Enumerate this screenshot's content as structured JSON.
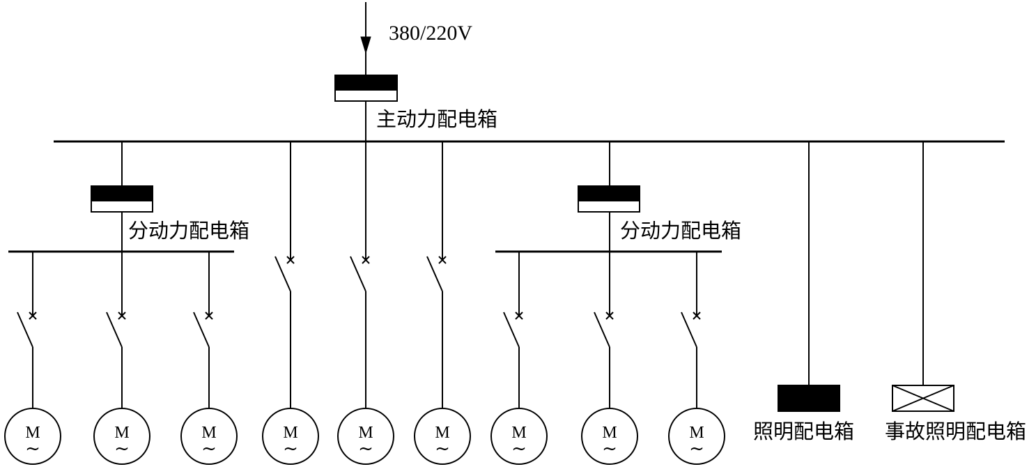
{
  "supply_voltage": "380/220V",
  "main_box_label": "主动力配电箱",
  "sub_box_left_label": "分动力配电箱",
  "sub_box_right_label": "分动力配电箱",
  "lighting_box_label": "照明配电箱",
  "emergency_box_label": "事故照明配电箱",
  "motor_label": "M",
  "motor_symbol": "~",
  "motor_count": 9,
  "switch_count": 9
}
